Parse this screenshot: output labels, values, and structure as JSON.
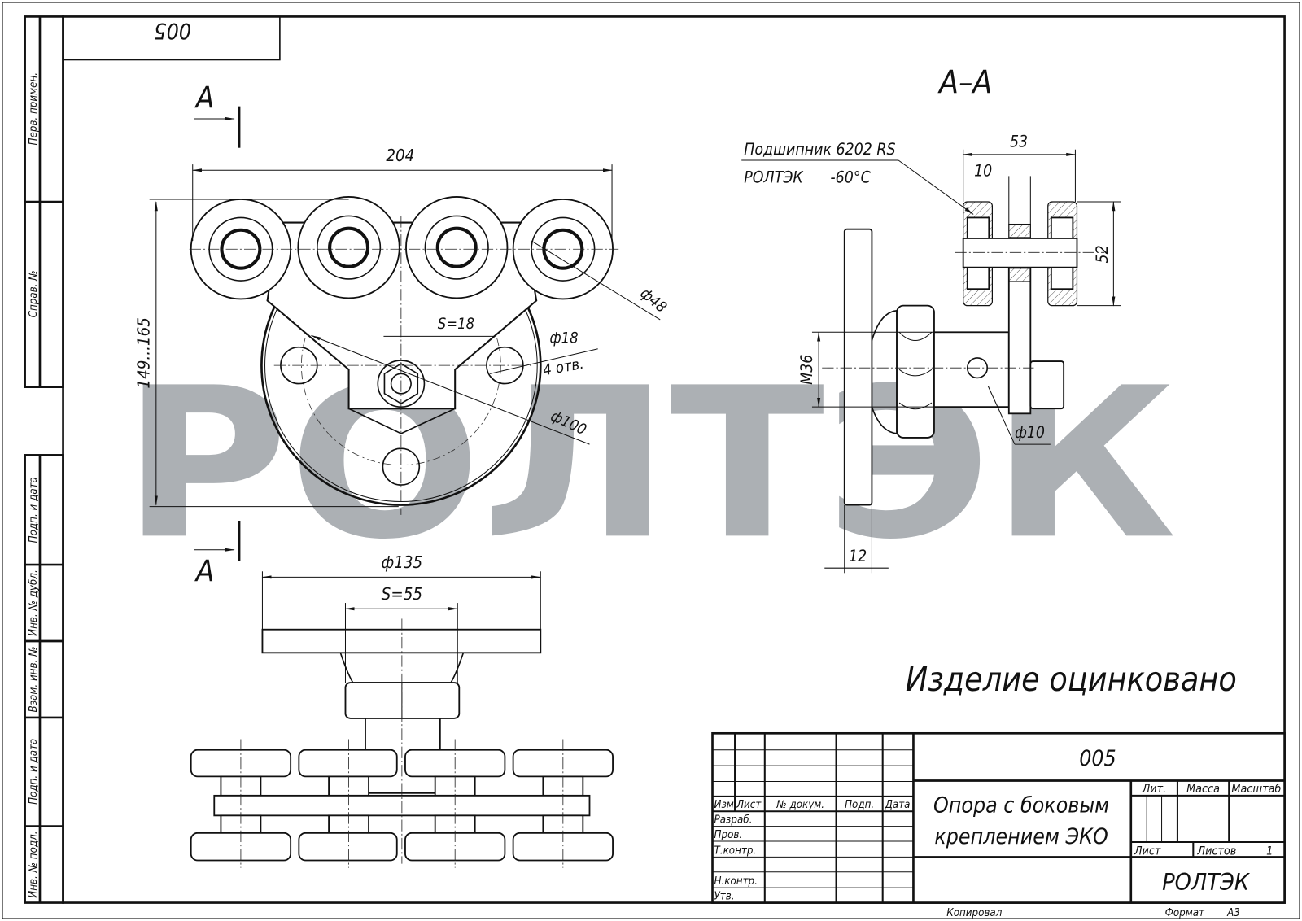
{
  "drawing": {
    "code": "005",
    "code_rotated": "005",
    "watermark": "РОЛТЭК",
    "note": "Изделие оцинковано",
    "section_label": "А–А",
    "section_mark": "А",
    "front_view": {
      "dim_width": "204",
      "dim_height": "149...165",
      "dim_roller": "ф48",
      "dim_wrench": "S=18",
      "dim_hole": "ф18",
      "dim_holes_count": "4 отв.",
      "dim_pcd": "ф100"
    },
    "bottom_view": {
      "dim_plate": "ф135",
      "dim_wrench": "S=55"
    },
    "section_view": {
      "bearing_line1": "Подшипник 6202 RS",
      "bearing_line2": "РОЛТЭК",
      "bearing_temp": "-60°C",
      "dim_53": "53",
      "dim_10": "10",
      "dim_52": "52",
      "dim_thread": "М36",
      "dim_pin": "ф10",
      "dim_plate": "12"
    }
  },
  "side_strip": {
    "top": [
      "Перв. примен.",
      "Справ. №"
    ],
    "bottom": [
      "Подп. и дата",
      "Инв. № дубл.",
      "Взам. инв. №",
      "Подп. и дата",
      "Инв. № подл."
    ]
  },
  "title_block": {
    "designation": "005",
    "name_line1": "Опора с боковым",
    "name_line2": "креплением ЭКО",
    "headers": [
      "Изм.",
      "Лист",
      "№ докум.",
      "Подп.",
      "Дата"
    ],
    "roles": [
      "Разраб.",
      "Пров.",
      "Т.контр.",
      "Н.контр.",
      "Утв."
    ],
    "lit": "Лит.",
    "mass": "Масса",
    "scale": "Масштаб",
    "sheet": "Лист",
    "sheets": "Листов",
    "sheets_value": "1",
    "company": "РОЛТЭК",
    "copied": "Копировал",
    "format_label": "Формат",
    "format_value": "А3"
  }
}
